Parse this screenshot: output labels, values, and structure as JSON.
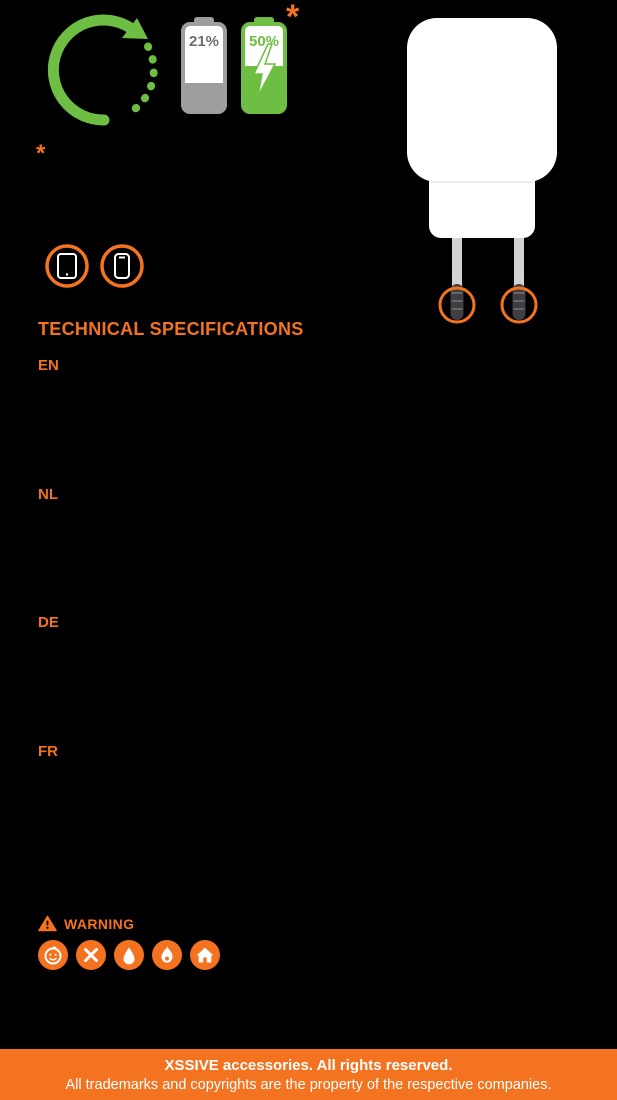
{
  "hero": {
    "battery_low": {
      "percent": "21%"
    },
    "battery_high": {
      "percent": "50%"
    },
    "footnote_marker": "*"
  },
  "note": {
    "marker": "*"
  },
  "specs": {
    "title": "TECHNICAL SPECIFICATIONS",
    "languages": [
      "EN",
      "NL",
      "DE",
      "FR"
    ]
  },
  "warning": {
    "label": "WARNING",
    "icons": [
      "keep-away-from-children",
      "do-not-disassemble",
      "keep-away-from-liquids",
      "keep-away-from-fire",
      "indoor-use-only"
    ]
  },
  "footer": {
    "line1": "XSSIVE accessories. All rights reserved.",
    "line2": "All trademarks and copyrights are the property of the respective companies."
  },
  "colors": {
    "orange": "#F47321",
    "green": "#6FBE44",
    "gray": "#9D9D9C"
  }
}
